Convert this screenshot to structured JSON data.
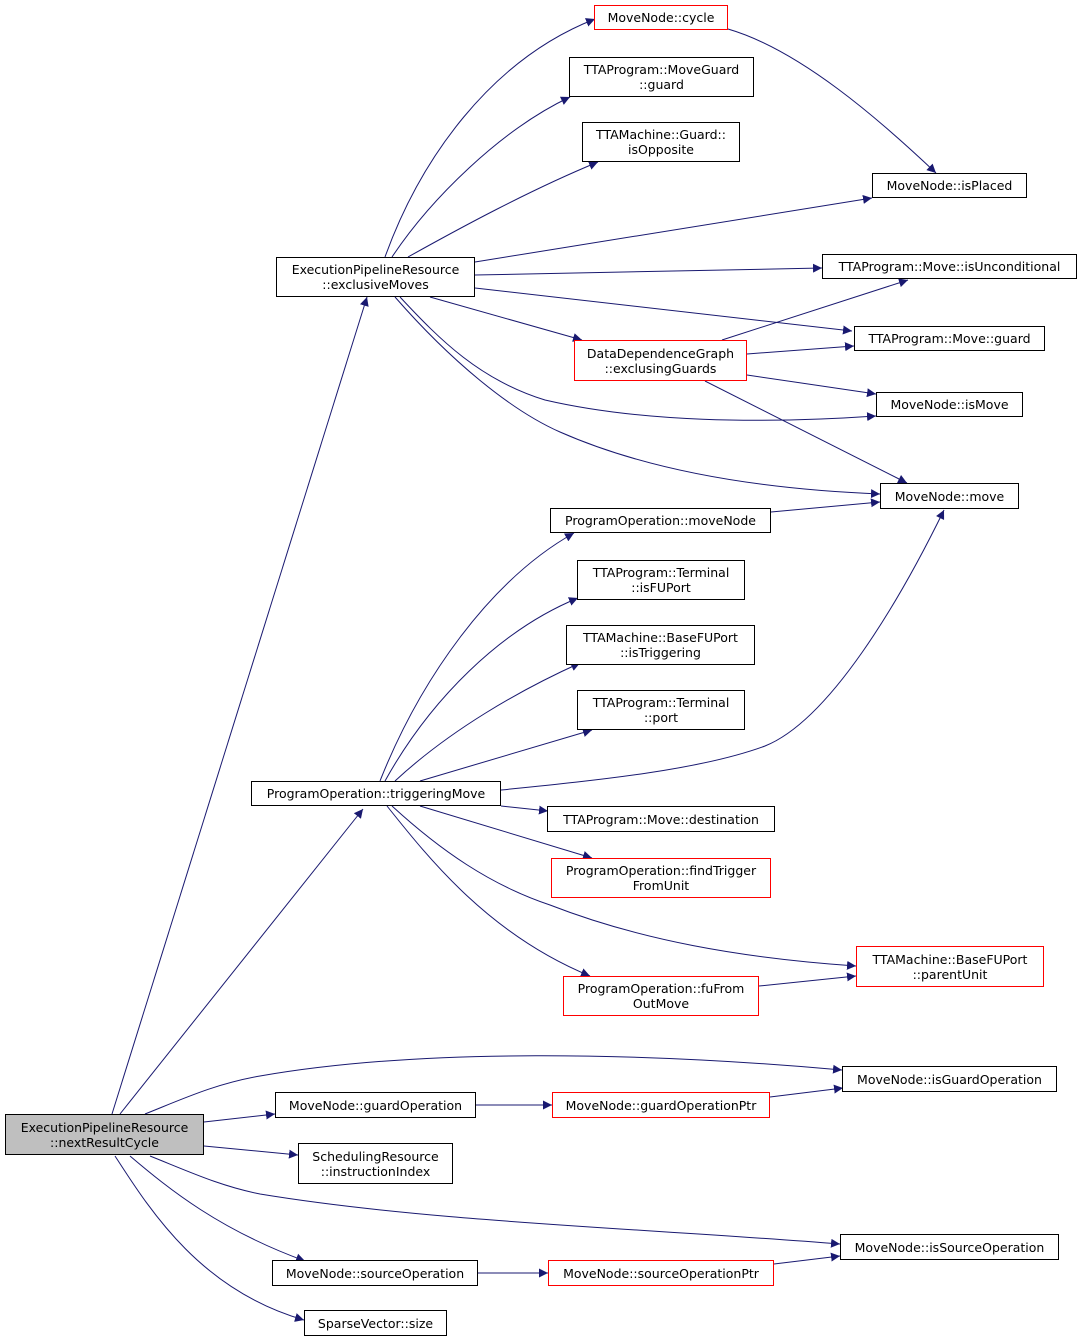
{
  "colors": {
    "edge": "#191970",
    "border": "#000000",
    "border_incomplete": "#ff0000",
    "root_fill": "#bfbfbf"
  },
  "nodes": {
    "cycle": {
      "lines": [
        "MoveNode::cycle"
      ],
      "incomplete": true
    },
    "moveguard_guard": {
      "lines": [
        "TTAProgram::MoveGuard",
        "::guard"
      ],
      "incomplete": false
    },
    "isOpposite": {
      "lines": [
        "TTAMachine::Guard::",
        "isOpposite"
      ],
      "incomplete": false
    },
    "isPlaced": {
      "lines": [
        "MoveNode::isPlaced"
      ],
      "incomplete": false
    },
    "exclusiveMoves": {
      "lines": [
        "ExecutionPipelineResource",
        "::exclusiveMoves"
      ],
      "incomplete": false
    },
    "isUnconditional": {
      "lines": [
        "TTAProgram::Move::isUnconditional"
      ],
      "incomplete": false
    },
    "move_guard": {
      "lines": [
        "TTAProgram::Move::guard"
      ],
      "incomplete": false
    },
    "exclusingGuards": {
      "lines": [
        "DataDependenceGraph",
        "::exclusingGuards"
      ],
      "incomplete": true
    },
    "isMove": {
      "lines": [
        "MoveNode::isMove"
      ],
      "incomplete": false
    },
    "move": {
      "lines": [
        "MoveNode::move"
      ],
      "incomplete": false
    },
    "moveNode": {
      "lines": [
        "ProgramOperation::moveNode"
      ],
      "incomplete": false
    },
    "isFUPort": {
      "lines": [
        "TTAProgram::Terminal",
        "::isFUPort"
      ],
      "incomplete": false
    },
    "isTriggering": {
      "lines": [
        "TTAMachine::BaseFUPort",
        "::isTriggering"
      ],
      "incomplete": false
    },
    "port": {
      "lines": [
        "TTAProgram::Terminal",
        "::port"
      ],
      "incomplete": false
    },
    "triggeringMove": {
      "lines": [
        "ProgramOperation::triggeringMove"
      ],
      "incomplete": false
    },
    "destination": {
      "lines": [
        "TTAProgram::Move::destination"
      ],
      "incomplete": false
    },
    "findTrigger": {
      "lines": [
        "ProgramOperation::findTrigger",
        "FromUnit"
      ],
      "incomplete": true
    },
    "parentUnit": {
      "lines": [
        "TTAMachine::BaseFUPort",
        "::parentUnit"
      ],
      "incomplete": true
    },
    "fuFromOutMove": {
      "lines": [
        "ProgramOperation::fuFrom",
        "OutMove"
      ],
      "incomplete": true
    },
    "isGuardOperation": {
      "lines": [
        "MoveNode::isGuardOperation"
      ],
      "incomplete": false
    },
    "root": {
      "lines": [
        "ExecutionPipelineResource",
        "::nextResultCycle"
      ],
      "incomplete": false
    },
    "guardOperation": {
      "lines": [
        "MoveNode::guardOperation"
      ],
      "incomplete": false
    },
    "guardOperationPtr": {
      "lines": [
        "MoveNode::guardOperationPtr"
      ],
      "incomplete": true
    },
    "instructionIndex": {
      "lines": [
        "SchedulingResource",
        "::instructionIndex"
      ],
      "incomplete": false
    },
    "isSourceOperation": {
      "lines": [
        "MoveNode::isSourceOperation"
      ],
      "incomplete": false
    },
    "sourceOperation": {
      "lines": [
        "MoveNode::sourceOperation"
      ],
      "incomplete": false
    },
    "sourceOperationPtr": {
      "lines": [
        "MoveNode::sourceOperationPtr"
      ],
      "incomplete": true
    },
    "size": {
      "lines": [
        "SparseVector::size"
      ],
      "incomplete": false
    }
  }
}
